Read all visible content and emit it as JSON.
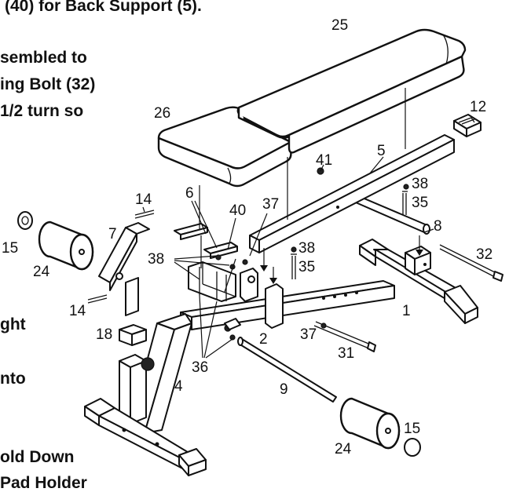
{
  "text_fragments": [
    {
      "id": "f1",
      "text": "(40) for Back Support (5)."
    },
    {
      "id": "f2",
      "text": "sembled to"
    },
    {
      "id": "f3",
      "text": "ing Bolt (32)"
    },
    {
      "id": "f4",
      "text": "1/2 turn so"
    },
    {
      "id": "f5",
      "text": "ght"
    },
    {
      "id": "f6",
      "text": "nto"
    },
    {
      "id": "f7",
      "text": "old Down"
    },
    {
      "id": "f8",
      "text": "Pad Holder"
    }
  ],
  "callouts": [
    {
      "id": "c25",
      "label": "25"
    },
    {
      "id": "c26",
      "label": "26"
    },
    {
      "id": "c12",
      "label": "12"
    },
    {
      "id": "c41",
      "label": "41"
    },
    {
      "id": "c5",
      "label": "5"
    },
    {
      "id": "c38a",
      "label": "38"
    },
    {
      "id": "c35a",
      "label": "35"
    },
    {
      "id": "c6",
      "label": "6"
    },
    {
      "id": "c14a",
      "label": "14"
    },
    {
      "id": "c40",
      "label": "40"
    },
    {
      "id": "c37a",
      "label": "37"
    },
    {
      "id": "c8",
      "label": "8"
    },
    {
      "id": "c15a",
      "label": "15"
    },
    {
      "id": "c7",
      "label": "7"
    },
    {
      "id": "c38b",
      "label": "38"
    },
    {
      "id": "c35b",
      "label": "35"
    },
    {
      "id": "c32",
      "label": "32"
    },
    {
      "id": "c24a",
      "label": "24"
    },
    {
      "id": "c38c",
      "label": "38"
    },
    {
      "id": "c14b",
      "label": "14"
    },
    {
      "id": "c1",
      "label": "1"
    },
    {
      "id": "c18",
      "label": "18"
    },
    {
      "id": "c2",
      "label": "2"
    },
    {
      "id": "c37b",
      "label": "37"
    },
    {
      "id": "c31",
      "label": "31"
    },
    {
      "id": "c36",
      "label": "36"
    },
    {
      "id": "c4",
      "label": "4"
    },
    {
      "id": "c9",
      "label": "9"
    },
    {
      "id": "c15b",
      "label": "15"
    },
    {
      "id": "c24b",
      "label": "24"
    }
  ]
}
